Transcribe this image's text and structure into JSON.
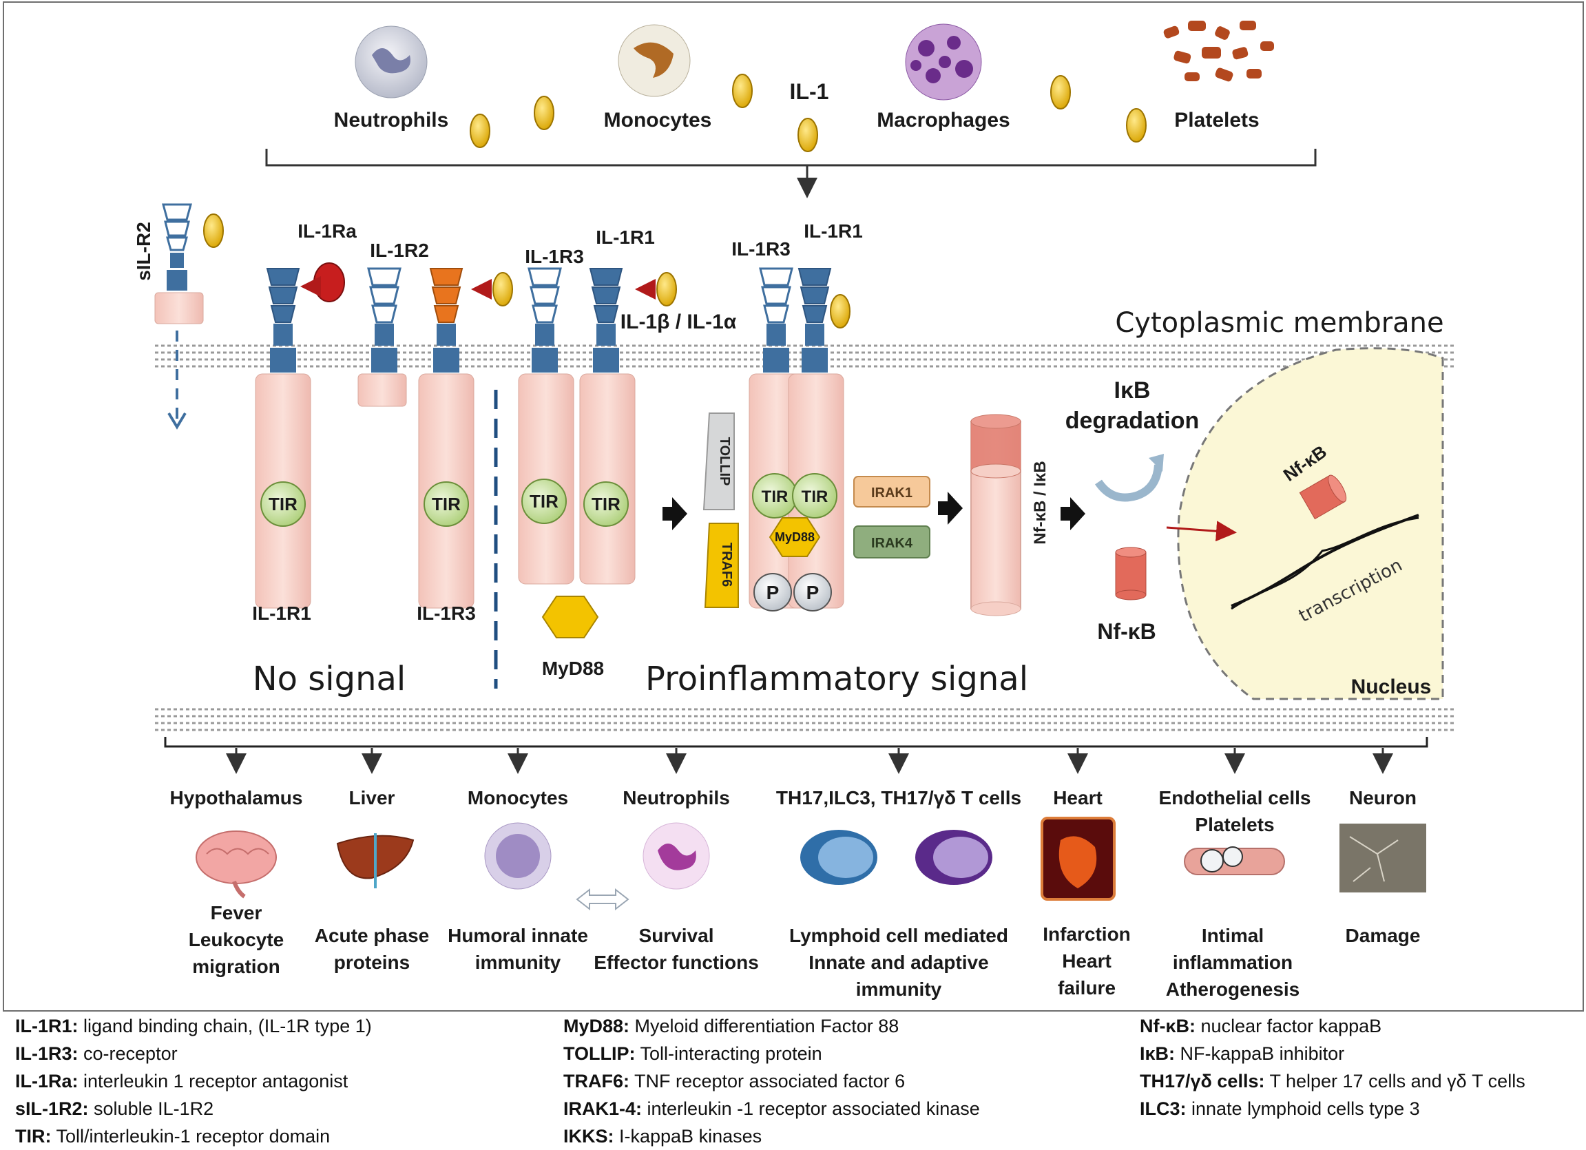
{
  "sources": {
    "cells": [
      "Neutrophils",
      "Monocytes",
      "Macrophages",
      "Platelets"
    ],
    "ligand_label": "IL-1"
  },
  "receptors": {
    "sil_r2": "sIL-R2",
    "il1ra": "IL-1Ra",
    "il1r2": "IL-1R2",
    "il1r3_a": "IL-1R3",
    "il1r1_a": "IL-1R1",
    "il1r3_b": "IL-1R3",
    "il1r1_b": "IL-1R1",
    "ligand": "IL-1β / IL-1α",
    "bottom_r1": "IL-1R1",
    "bottom_r3": "IL-1R3"
  },
  "domains": {
    "tir": "TIR",
    "p": "P",
    "myd88": "MyD88",
    "tollip": "TOLLIP",
    "traf6": "TRAF6",
    "irak1": "IRAK1",
    "irak4": "IRAK4"
  },
  "signals": {
    "membrane": "Cytoplasmic membrane",
    "no_signal": "No signal",
    "proinflammatory": "Proinflammatory signal",
    "ikb": "IκB",
    "degradation": "degradation",
    "nfkb_ikb": "Nf-κB / IκB",
    "nfkb": "Nf-κB",
    "nucleus": "Nucleus",
    "transcription": "transcription"
  },
  "targets": [
    {
      "name": "Hypothalamus",
      "effect": [
        "Fever",
        "Leukocyte",
        "migration"
      ]
    },
    {
      "name": "Liver",
      "effect": [
        "Acute phase",
        "proteins"
      ]
    },
    {
      "name": "Monocytes",
      "effect": [
        "Humoral innate",
        "immunity"
      ]
    },
    {
      "name": "Neutrophils",
      "effect": [
        "Survival",
        "Effector functions"
      ]
    },
    {
      "name": "TH17,ILC3,  TH17/γδ T cells",
      "effect": [
        "Lymphoid cell mediated",
        "Innate and adaptive",
        "immunity"
      ]
    },
    {
      "name": "Heart",
      "effect": [
        "Infarction",
        "Heart",
        "failure"
      ]
    },
    {
      "name": "Endothelial cells",
      "name2": "Platelets",
      "effect": [
        "Intimal",
        "inflammation",
        "Atherogenesis"
      ]
    },
    {
      "name": "Neuron",
      "effect": [
        "Damage"
      ]
    }
  ],
  "legend": {
    "col1": [
      {
        "term": "IL-1R1:",
        "def": " ligand binding chain, (IL-1R type 1)"
      },
      {
        "term": "IL-1R3:",
        "def": " co-receptor"
      },
      {
        "term": "IL-1Ra:",
        "def": " interleukin 1 receptor antagonist"
      },
      {
        "term": "sIL-1R2:",
        "def": " soluble  IL-1R2"
      },
      {
        "term": "TIR:",
        "def": " Toll/interleukin-1 receptor domain"
      }
    ],
    "col2": [
      {
        "term": "MyD88:",
        "def": " Myeloid differentiation Factor 88"
      },
      {
        "term": "TOLLIP:",
        "def": " Toll-interacting protein"
      },
      {
        "term": "TRAF6:",
        "def": " TNF receptor associated factor 6"
      },
      {
        "term": "IRAK1-4:",
        "def": " interleukin -1 receptor associated kinase"
      },
      {
        "term": "IKKS:",
        "def": " I-kappaB kinases"
      }
    ],
    "col3": [
      {
        "term": "Nf-κB:",
        "def": " nuclear factor kappaB"
      },
      {
        "term": "IκB:",
        "def": " NF-kappaB inhibitor"
      },
      {
        "term": "TH17/γδ cells:",
        "def": " T helper 17 cells and γδ T cells"
      },
      {
        "term": "ILC3:",
        "def": " innate lymphoid cells type 3"
      }
    ]
  },
  "colors": {
    "receptor_blue": "#3f6f9f",
    "il1r2_orange": "#e8741e",
    "cylinder_pink": "#f6cfc6",
    "tir_green": "#c9e3a0",
    "ligand_yellow": "#f0c419",
    "antagonist_red": "#c71e1e",
    "nucleus_fill": "#fbf7d6",
    "nfkb_red": "#e26a5b"
  }
}
